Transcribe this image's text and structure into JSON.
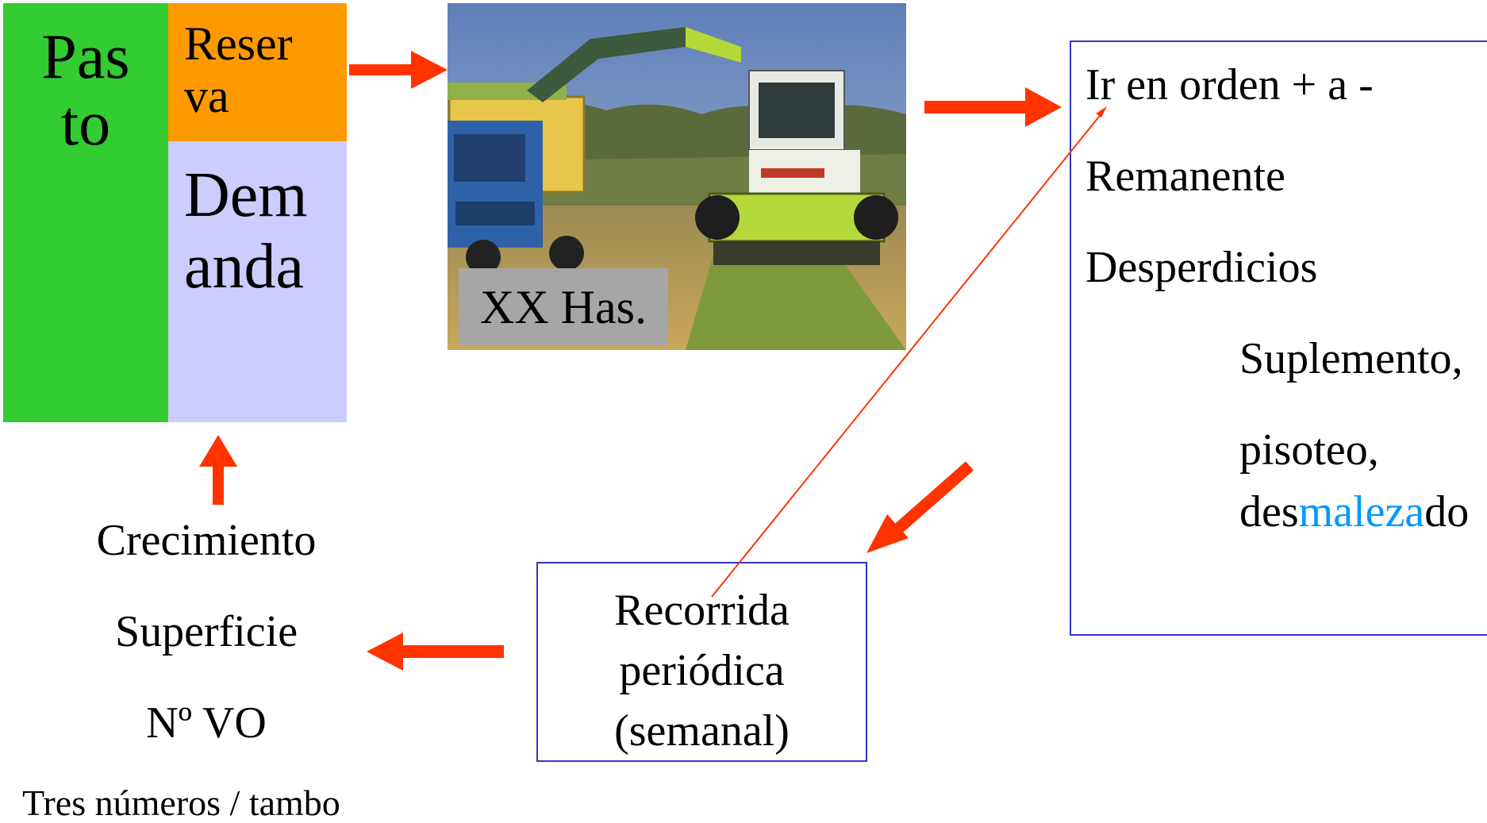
{
  "pasto": {
    "line1": "Pas",
    "line2": "to",
    "color": "#33cc33"
  },
  "reserva": {
    "line1": "Reser",
    "line2": "va",
    "color": "#ff9900"
  },
  "demanda": {
    "line1": "Dem",
    "line2": "anda",
    "color": "#ccccff"
  },
  "photo": {
    "label": "XX Has."
  },
  "right_box": {
    "line1": "Ir en orden + a -",
    "line2": "Remanente",
    "line3": "Desperdicios",
    "line4": "Suplemento,",
    "line5": "pisoteo,",
    "line6_prefix": "des",
    "line6_highlight": "maleza",
    "line6_suffix": "do",
    "highlight_color": "#0099ff",
    "border_color": "#3333cc"
  },
  "recorrida_box": {
    "line1": "Recorrida",
    "line2": "periódica",
    "line3": "(semanal)"
  },
  "left_list": {
    "item1": "Crecimiento",
    "item2": "Superficie",
    "item3": "Nº VO",
    "item4": "Tres números / tambo"
  },
  "colors": {
    "arrow": "#ff3300",
    "thin_arrow": "#ff3300"
  }
}
